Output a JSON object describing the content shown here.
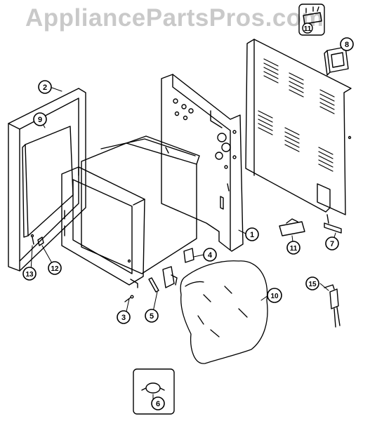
{
  "watermark": "AppliancePartsPros.com",
  "callouts": [
    "1",
    "2",
    "3",
    "4",
    "5",
    "6",
    "7",
    "8",
    "9",
    "10",
    "11",
    "11",
    "12",
    "13",
    "15"
  ],
  "colors": {
    "line": "#000000",
    "watermark": "#c9c9c9",
    "background": "#ffffff"
  }
}
